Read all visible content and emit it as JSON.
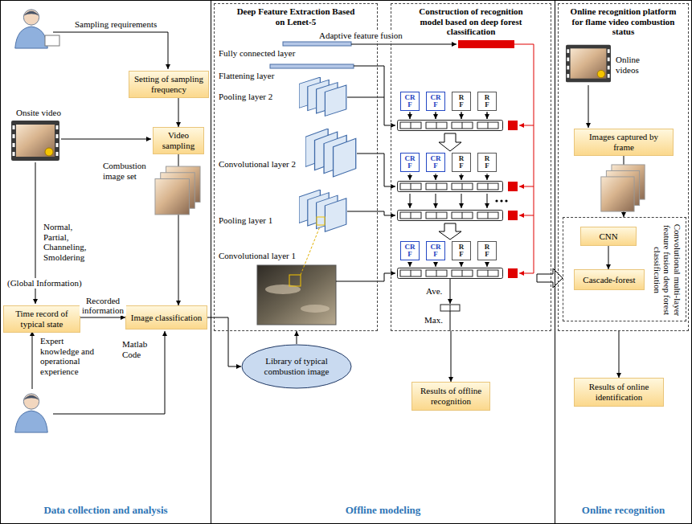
{
  "diagram": {
    "nodes": [
      {
        "text": [
          "Data collection and analysis"
        ]
      },
      {
        "text": [
          "Setting of sampling frequency"
        ],
        "in": 0
      },
      {
        "text": [
          "Video sampling"
        ],
        "in": 0
      },
      {
        "text": [
          "Time record of typical state"
        ],
        "in": 0
      },
      {
        "text": [
          "Image classification"
        ],
        "in": 0
      },
      {
        "text": [
          "Offline modeling"
        ]
      },
      {
        "text": [
          "Deep Feature Extraction Based on Lenet-5"
        ],
        "in": 5
      },
      {
        "text": [
          "Construction of recognition model based on deep forest classification"
        ],
        "in": 5
      },
      {
        "text": [
          "CR F"
        ],
        "in": 7
      },
      {
        "text": [
          "CR F"
        ],
        "in": 7
      },
      {
        "text": [
          "R F"
        ],
        "in": 7
      },
      {
        "text": [
          "R F"
        ],
        "in": 7
      },
      {
        "text": [
          "CR F"
        ],
        "in": 7
      },
      {
        "text": [
          "CR F"
        ],
        "in": 7
      },
      {
        "text": [
          "R F"
        ],
        "in": 7
      },
      {
        "text": [
          "R F"
        ],
        "in": 7
      },
      {
        "text": [
          "CR F"
        ],
        "in": 7
      },
      {
        "text": [
          "CR F"
        ],
        "in": 7
      },
      {
        "text": [
          "R F"
        ],
        "in": 7
      },
      {
        "text": [
          "R F"
        ],
        "in": 7
      },
      {
        "text": [
          "Library of typical combustion image"
        ],
        "in": 5
      },
      {
        "text": [
          "Results of offline recognition"
        ],
        "in": 5
      },
      {
        "text": [
          "Online recognition"
        ]
      },
      {
        "text": [
          "Online recognition platform for flame video combustion status"
        ],
        "in": 22
      },
      {
        "text": [
          "Images captured by frame"
        ],
        "in": 23
      },
      {
        "text": [
          "Convolutional multi-layer feature fusion deep forest classification"
        ],
        "in": 23
      },
      {
        "text": [
          "CNN"
        ],
        "in": 25
      },
      {
        "text": [
          "Cascade-forest"
        ],
        "in": 25
      },
      {
        "text": [
          "Results of online identification"
        ],
        "in": 22
      }
    ],
    "edges": [
      {
        "from": 1,
        "to": 2,
        "arrow": "to"
      },
      {
        "from": 2,
        "to": 4,
        "arrow": "to"
      },
      {
        "from": 3,
        "to": 4,
        "label": "Recorded information",
        "arrow": "to"
      },
      {
        "from": 4,
        "to": 20,
        "arrow": "to"
      },
      {
        "from": 20,
        "to": 6,
        "arrow": "to"
      },
      {
        "from": 7,
        "to": 21,
        "arrow": "to"
      },
      {
        "from": 24,
        "to": 25,
        "arrow": "to"
      },
      {
        "from": 26,
        "to": 27,
        "arrow": "to"
      },
      {
        "from": 23,
        "to": 28,
        "arrow": "to"
      }
    ],
    "labels": [
      "Sampling requirements",
      "Onsite video",
      "Combustion image set",
      "Normal, Partial, Channeling, Smoldering",
      "(Global Information)",
      "Expert knowledge and operational experience",
      "Matlab Code",
      "Adaptive feature fusion",
      "Fully connected layer",
      "Flattening layer",
      "Pooling layer 2",
      "Convolutional layer 2",
      "Pooling layer 1",
      "Convolutional layer 1",
      "Ave.",
      "Max.",
      "Online videos"
    ]
  }
}
